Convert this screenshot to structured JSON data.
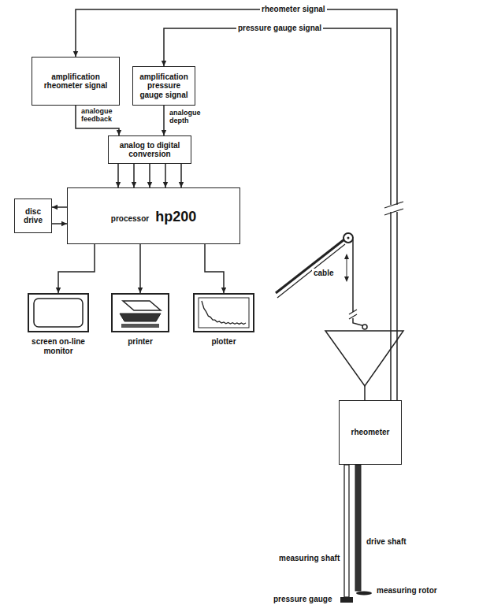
{
  "diagram": {
    "nodes": [
      {
        "text": [
          "amplification rheometer signal"
        ]
      },
      {
        "text": [
          "amplification pressure gauge signal"
        ]
      },
      {
        "text": [
          "analog to digital conversion"
        ]
      },
      {
        "text": [
          "processor",
          "hp200"
        ]
      },
      {
        "text": [
          "disc drive"
        ]
      },
      {
        "text": [
          "screen on-line monitor"
        ]
      },
      {
        "text": [
          "printer"
        ]
      },
      {
        "text": [
          "plotter"
        ]
      },
      {
        "text": [
          "rheometer"
        ]
      }
    ],
    "edges": [
      {
        "from": 8,
        "to": 0,
        "label": "rheometer signal",
        "arrow": "to"
      },
      {
        "from": 8,
        "to": 1,
        "label": "pressure gauge signal",
        "arrow": "to"
      },
      {
        "from": 0,
        "to": 2,
        "label": "analogue feedback",
        "arrow": "to"
      },
      {
        "from": 1,
        "to": 2,
        "label": "analogue depth",
        "arrow": "to"
      },
      {
        "from": 2,
        "to": 3,
        "arrow": "to"
      },
      {
        "from": 3,
        "to": 4,
        "arrow": "both"
      },
      {
        "from": 3,
        "to": 5,
        "arrow": "to"
      },
      {
        "from": 3,
        "to": 6,
        "arrow": "to"
      },
      {
        "from": 3,
        "to": 7,
        "arrow": "to"
      }
    ],
    "labels": [
      "cable",
      "drive shaft",
      "measuring shaft",
      "measuring rotor",
      "pressure gauge"
    ]
  }
}
